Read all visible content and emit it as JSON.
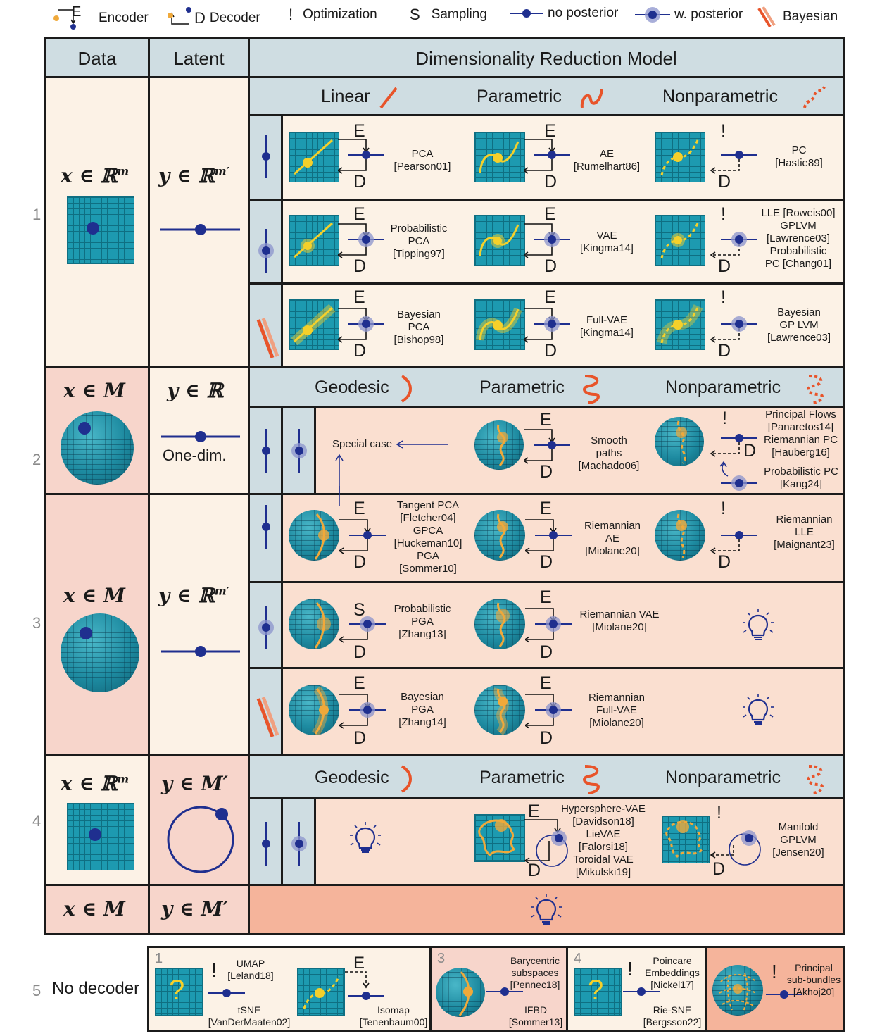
{
  "legend": {
    "encoder": "Encoder",
    "encoder_letter": "E",
    "decoder": "Decoder",
    "decoder_letter": "D",
    "optimization": "Optimization",
    "optimization_letter": "!",
    "sampling": "Sampling",
    "sampling_letter": "S",
    "no_posterior": "no posterior",
    "w_posterior": "w. posterior",
    "bayesian": "Bayesian"
  },
  "header": {
    "data": "Data",
    "latent": "Latent",
    "model": "Dimensionality Reduction Model"
  },
  "row1": {
    "num": "1",
    "data_math": "x ∈ ℝ",
    "data_sup": "m",
    "latent_math": "y ∈ ℝ",
    "latent_sup": "m′",
    "types": [
      "Linear",
      "Parametric",
      "Nonparametric"
    ],
    "a": {
      "linear": [
        "PCA",
        "[Pearson01]"
      ],
      "parametric": [
        "AE",
        "[Rumelhart86]"
      ],
      "nonparametric": [
        "PC",
        "[Hastie89]"
      ]
    },
    "b": {
      "linear": [
        "Probabilistic",
        "PCA",
        "[Tipping97]"
      ],
      "parametric": [
        "VAE",
        "[Kingma14]"
      ],
      "nonparametric": [
        "LLE [Roweis00]",
        "GPLVM",
        "[Lawrence03]",
        "Probabilistic",
        "PC [Chang01]"
      ]
    },
    "c": {
      "linear": [
        "Bayesian",
        "PCA",
        "[Bishop98]"
      ],
      "parametric": [
        "Full-VAE",
        "[Kingma14]"
      ],
      "nonparametric": [
        "Bayesian",
        "GP LVM",
        "[Lawrence03]"
      ]
    }
  },
  "row2": {
    "num": "2",
    "data_math": "x ∈ M",
    "latent_math": "y ∈ ℝ",
    "latent_note": "One-dim.",
    "types": [
      "Geodesic",
      "Parametric",
      "Nonparametric"
    ],
    "special_case": "Special case",
    "parametric": [
      "Smooth",
      "paths",
      "[Machado06]"
    ],
    "nonparametric": [
      "Principal Flows",
      "[Panaretos14]",
      "Riemannian PC",
      "[Hauberg16]"
    ],
    "nonparametric2": [
      "Probabilistic PC",
      "[Kang24]"
    ]
  },
  "row3": {
    "num": "3",
    "data_math": "x ∈ M",
    "latent_math": "y ∈ ℝ",
    "latent_sup": "m′",
    "a": {
      "geodesic": [
        "Tangent PCA",
        "[Fletcher04]",
        "GPCA",
        "[Huckeman10]",
        "PGA",
        "[Sommer10]"
      ],
      "parametric": [
        "Riemannian",
        "AE",
        "[Miolane20]"
      ],
      "nonparametric": [
        "Riemannian",
        "LLE",
        "[Maignant23]"
      ]
    },
    "b": {
      "geodesic": [
        "Probabilistic",
        "PGA",
        "[Zhang13]"
      ],
      "parametric": [
        "Riemannian VAE",
        "[Miolane20]"
      ]
    },
    "c": {
      "geodesic": [
        "Bayesian",
        "PGA",
        "[Zhang14]"
      ],
      "parametric": [
        "Riemannian",
        "Full-VAE",
        "[Miolane20]"
      ]
    }
  },
  "row4": {
    "num": "4",
    "data_math": "x ∈ ℝ",
    "data_sup": "m",
    "latent_math": "y ∈ M′",
    "types": [
      "Geodesic",
      "Parametric",
      "Nonparametric"
    ],
    "parametric": [
      "Hypersphere-VAE",
      "[Davidson18]",
      "LieVAE",
      "[Falorsi18]",
      "Toroidal VAE",
      "[Mikulski19]"
    ],
    "nonparametric": [
      "Manifold",
      "GPLVM",
      "[Jensen20]"
    ]
  },
  "row_mm": {
    "data_math": "x ∈ M",
    "latent_math": "y ∈ M′"
  },
  "row5": {
    "num": "5",
    "label": "No decoder",
    "box1": {
      "num": "1",
      "q": "?",
      "umap": [
        "UMAP",
        "[Leland18]"
      ],
      "tsne": [
        "tSNE",
        "[VanDerMaaten02]"
      ],
      "isomap": [
        "Isomap",
        "[Tenenbaum00]"
      ]
    },
    "box3": {
      "num": "3",
      "bary": [
        "Barycentric",
        "subspaces",
        "[Pennec18]"
      ],
      "ifbd": [
        "IFBD",
        "[Sommer13]"
      ]
    },
    "box4": {
      "num": "4",
      "q": "?",
      "poincare": [
        "Poincare",
        "Embeddings",
        "[Nickel17]"
      ],
      "riesne": [
        "Rie-SNE",
        "[Bergsson22]"
      ]
    },
    "box5": {
      "psb": [
        "Principal",
        "sub-bundles",
        "[Akhoj20]"
      ]
    }
  },
  "colors": {
    "navy": "#1f2f8f",
    "teal": "#1d9ab0",
    "orange": "#e8542a",
    "yellow": "#f5d02a",
    "gold": "#f0a93a"
  }
}
